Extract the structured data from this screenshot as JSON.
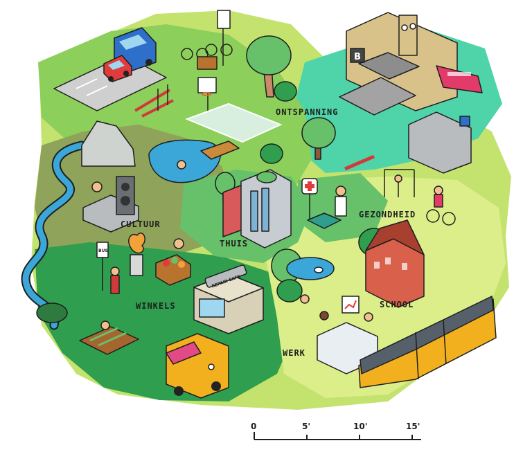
{
  "map": {
    "zones": {
      "ontspanning": "ONTSPANNING",
      "cultuur": "CULTUUR",
      "thuis": "THUIS",
      "gezondheid": "GEZONDHEID",
      "winkels": "WINKELS",
      "school": "SCHOOL",
      "werk": "WERK"
    },
    "signs": {
      "bus": "BUS",
      "repair_cafe": "REPAIR CAFE",
      "station": "B"
    },
    "scale_bar": {
      "ticks": [
        "0",
        "5'",
        "10'",
        "15'"
      ]
    },
    "colors": {
      "light_green": "#c4e36e",
      "mid_green": "#67c06a",
      "dark_green": "#2f9e4e",
      "teal": "#4fd3a8",
      "water": "#3aa7d8",
      "olive": "#8fa35a"
    }
  }
}
